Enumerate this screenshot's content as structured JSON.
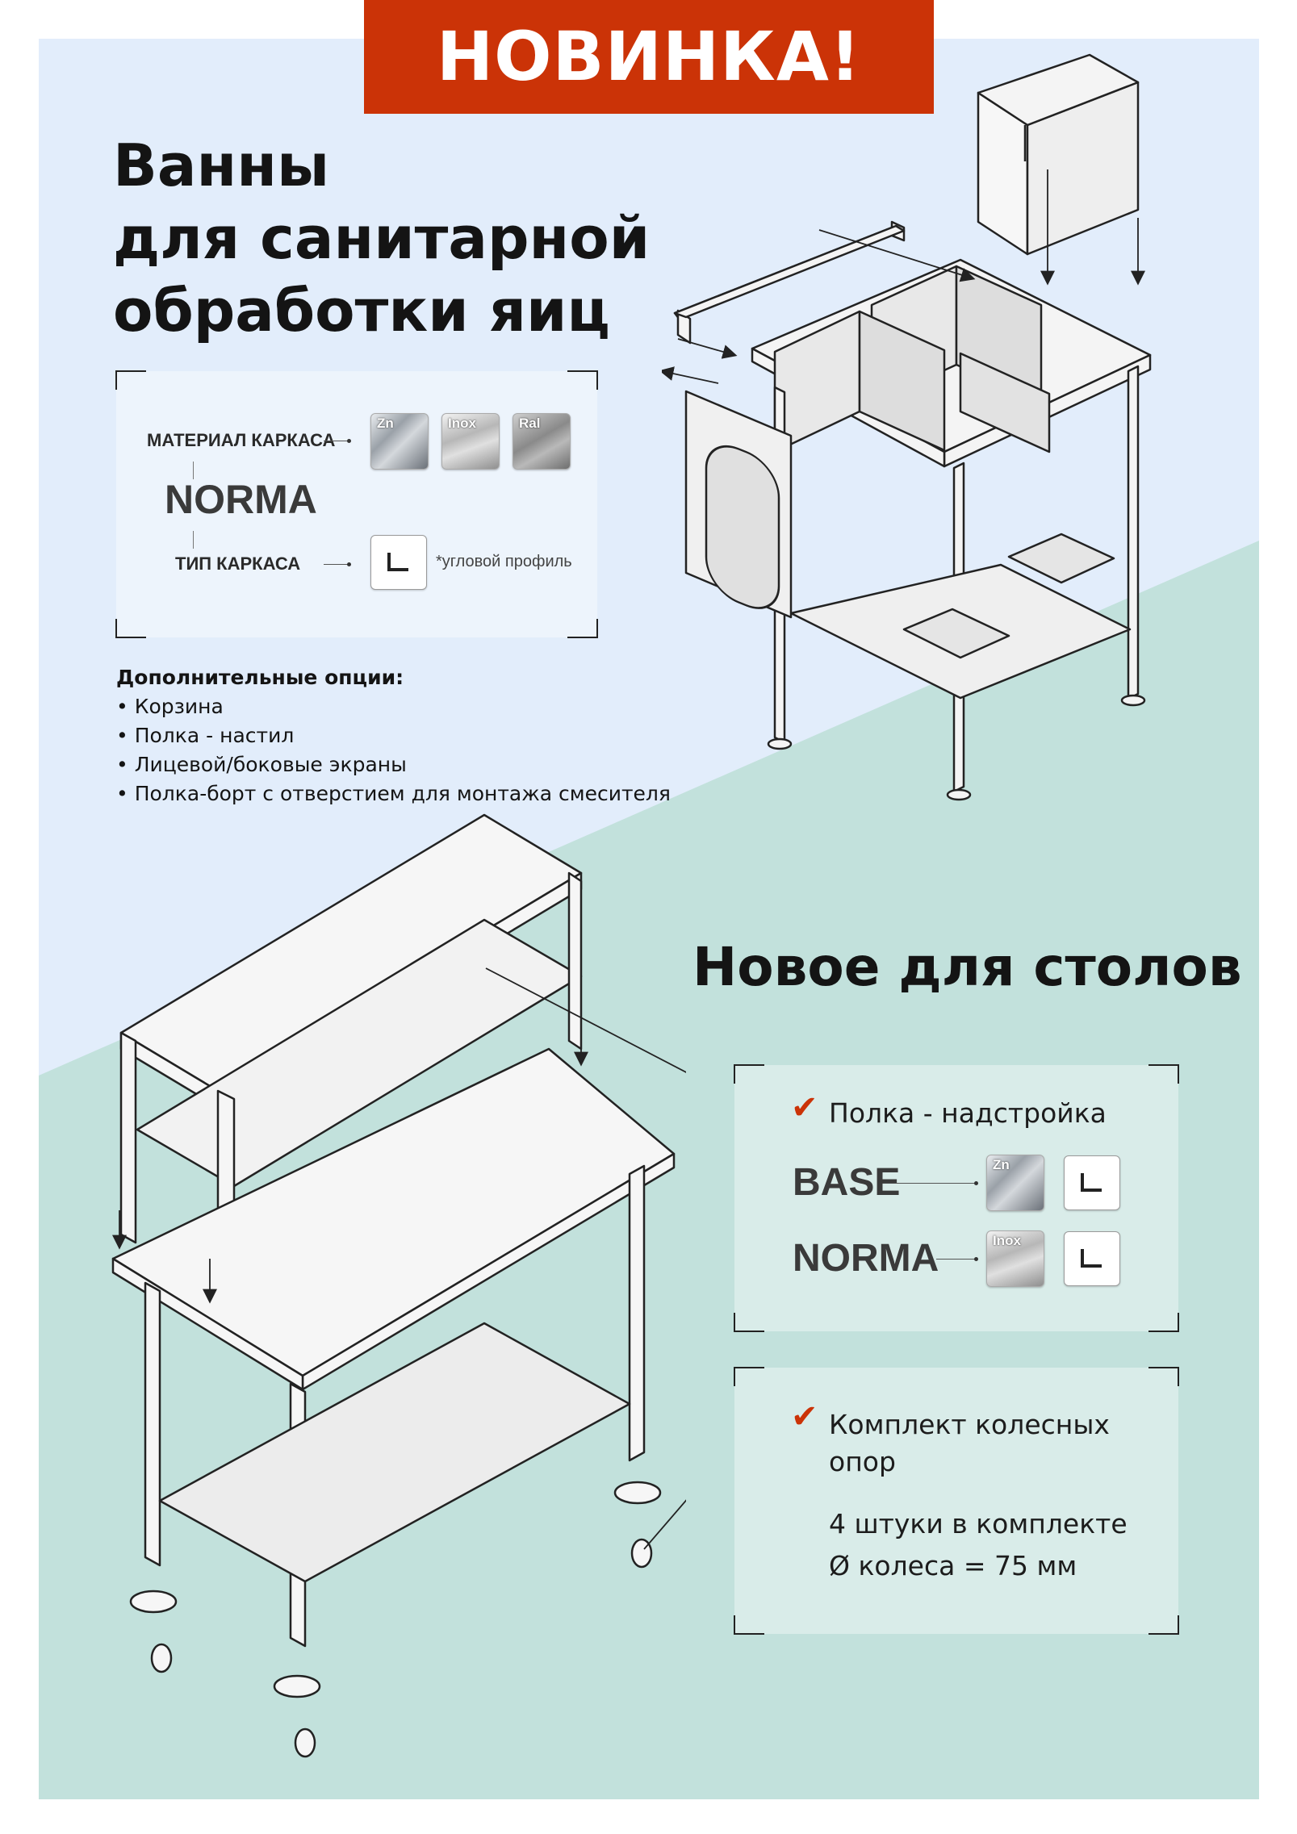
{
  "banner": {
    "text": "НОВИНКА!"
  },
  "heading": {
    "lines": [
      "Ванны",
      "для санитарной",
      "обработки яиц"
    ]
  },
  "spec_box": {
    "material_label": "МАТЕРИАЛ КАРКАСА",
    "series": "NORMA",
    "frame_type_label": "ТИП КАРКАСА",
    "swatches": [
      {
        "label": "Zn",
        "icon": "zinc-texture-icon"
      },
      {
        "label": "Inox",
        "icon": "stainless-texture-icon"
      },
      {
        "label": "Ral",
        "icon": "powder-paint-texture-icon"
      }
    ],
    "profile_note": "*угловой профиль"
  },
  "options": {
    "title": "Дополнительные опции:",
    "items": [
      "Корзина",
      "Полка - настил",
      "Лицевой/боковые экраны",
      "Полка-борт с отверстием для монтажа смесителя"
    ]
  },
  "tables_heading": "Новое для столов",
  "shelf_box": {
    "title": "Полка - надстройка",
    "rows": [
      {
        "series": "BASE",
        "swatch": "Zn"
      },
      {
        "series": "NORMA",
        "swatch": "Inox"
      }
    ]
  },
  "wheels_box": {
    "title_line1": "Комплект колесных",
    "title_line2": "опор",
    "detail_line1": "4 штуки в комплекте",
    "detail_line2": "Ø колеса = 75 мм"
  },
  "colors": {
    "accent": "#cb3307",
    "bg_top": "#e3eefc",
    "bg_bottom": "#c2e1dc"
  }
}
